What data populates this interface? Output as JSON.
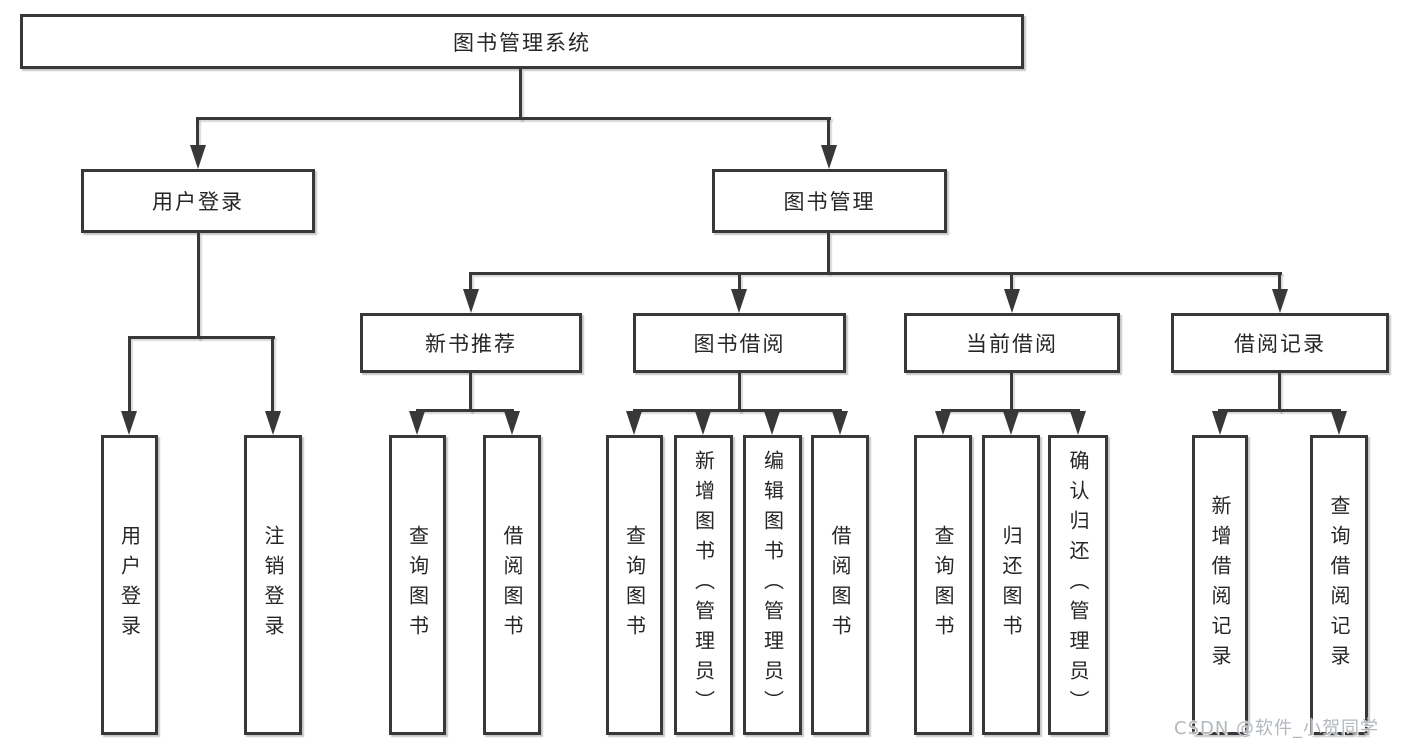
{
  "diagram": {
    "tree": {
      "label": "图书管理系统",
      "children": [
        {
          "label": "用户登录",
          "children": [
            {
              "label": "用户登录"
            },
            {
              "label": "注销登录"
            }
          ]
        },
        {
          "label": "图书管理",
          "children": [
            {
              "label": "新书推荐",
              "children": [
                {
                  "label": "查询图书"
                },
                {
                  "label": "借阅图书"
                }
              ]
            },
            {
              "label": "图书借阅",
              "children": [
                {
                  "label": "查询图书"
                },
                {
                  "label": "新增图书（管理员）"
                },
                {
                  "label": "编辑图书（管理员）"
                },
                {
                  "label": "借阅图书"
                }
              ]
            },
            {
              "label": "当前借阅",
              "children": [
                {
                  "label": "查询图书"
                },
                {
                  "label": "归还图书"
                },
                {
                  "label": "确认归还（管理员）"
                }
              ]
            },
            {
              "label": "借阅记录",
              "children": [
                {
                  "label": "新增借阅记录"
                },
                {
                  "label": "查询借阅记录"
                }
              ]
            }
          ]
        }
      ]
    },
    "colors": {
      "line": "#383838",
      "text": "#262626",
      "box_background": "#ffffff",
      "watermark": "#b3b8bd"
    }
  },
  "watermark": {
    "text": "CSDN @软件_小贺同学"
  }
}
